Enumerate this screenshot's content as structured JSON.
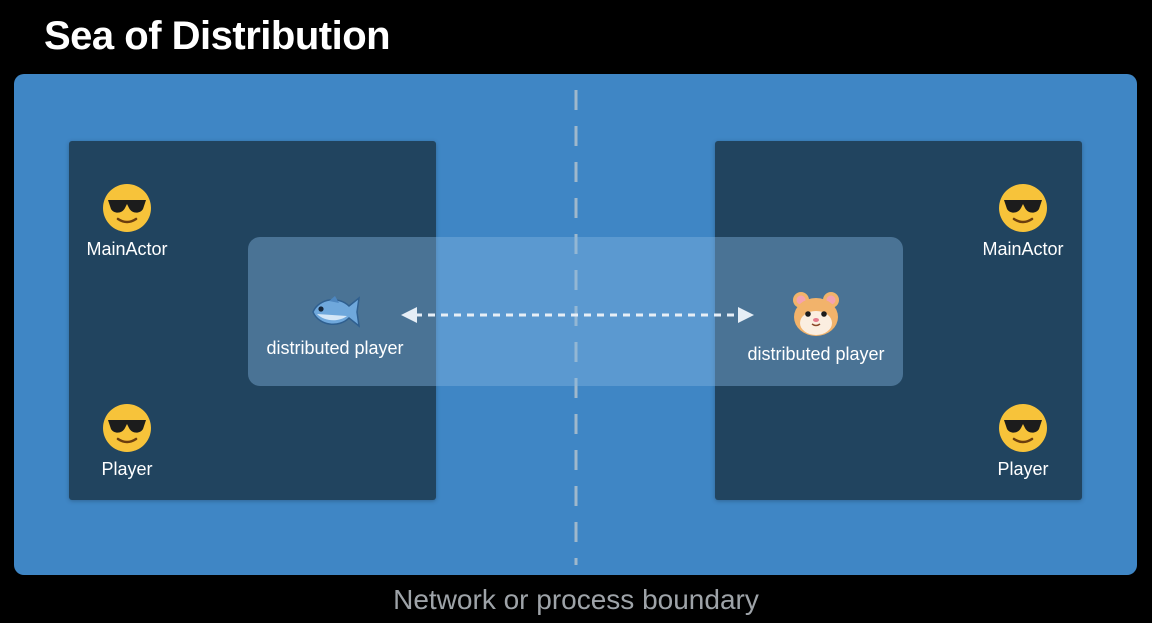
{
  "title": "Sea of Distribution",
  "left_process": {
    "main_actor_label": "MainActor",
    "player_label": "Player",
    "distributed_label": "distributed player",
    "distributed_icon": "fish-icon"
  },
  "right_process": {
    "main_actor_label": "MainActor",
    "player_label": "Player",
    "distributed_label": "distributed player",
    "distributed_icon": "hamster-icon"
  },
  "caption": "Network or process boundary",
  "colors": {
    "background": "#000000",
    "sea": "#3f86c5",
    "process_box": "#21445f",
    "overlay": "rgba(130,180,225,0.42)",
    "caption": "#9ea3a8"
  }
}
